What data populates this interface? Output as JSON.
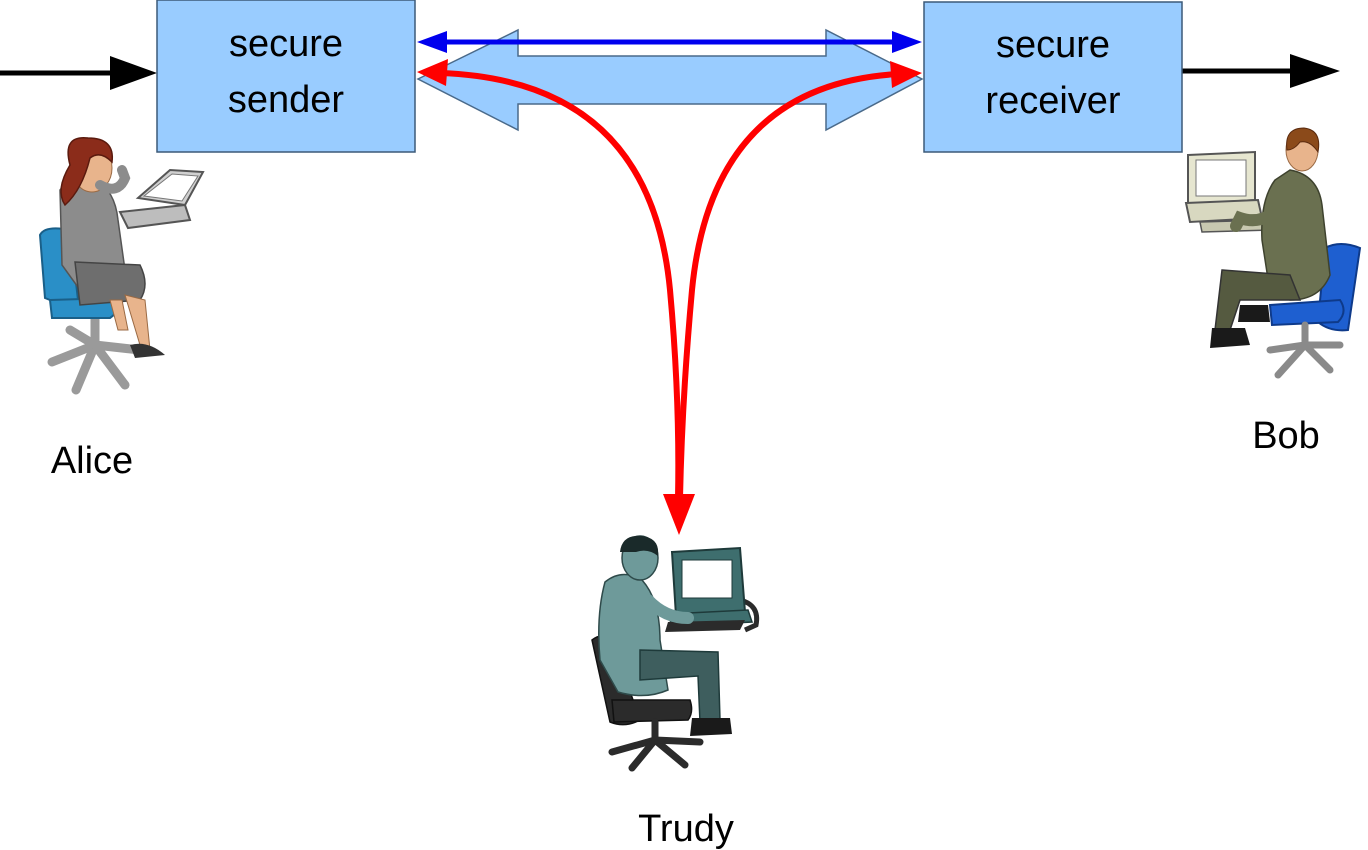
{
  "boxes": {
    "sender": {
      "line1": "secure",
      "line2": "sender"
    },
    "receiver": {
      "line1": "secure",
      "line2": "receiver"
    }
  },
  "people": {
    "alice": "Alice",
    "bob": "Bob",
    "trudy": "Trudy"
  },
  "icons": {
    "alice": "person-at-laptop-icon",
    "bob": "person-at-desktop-icon",
    "trudy": "intruder-at-desktop-icon"
  },
  "colors": {
    "box_fill": "#99ccff",
    "channel_fill": "#99ccff",
    "secure_link": "#0000ee",
    "intruder_link": "#ff0000",
    "data_flow": "#000000"
  }
}
